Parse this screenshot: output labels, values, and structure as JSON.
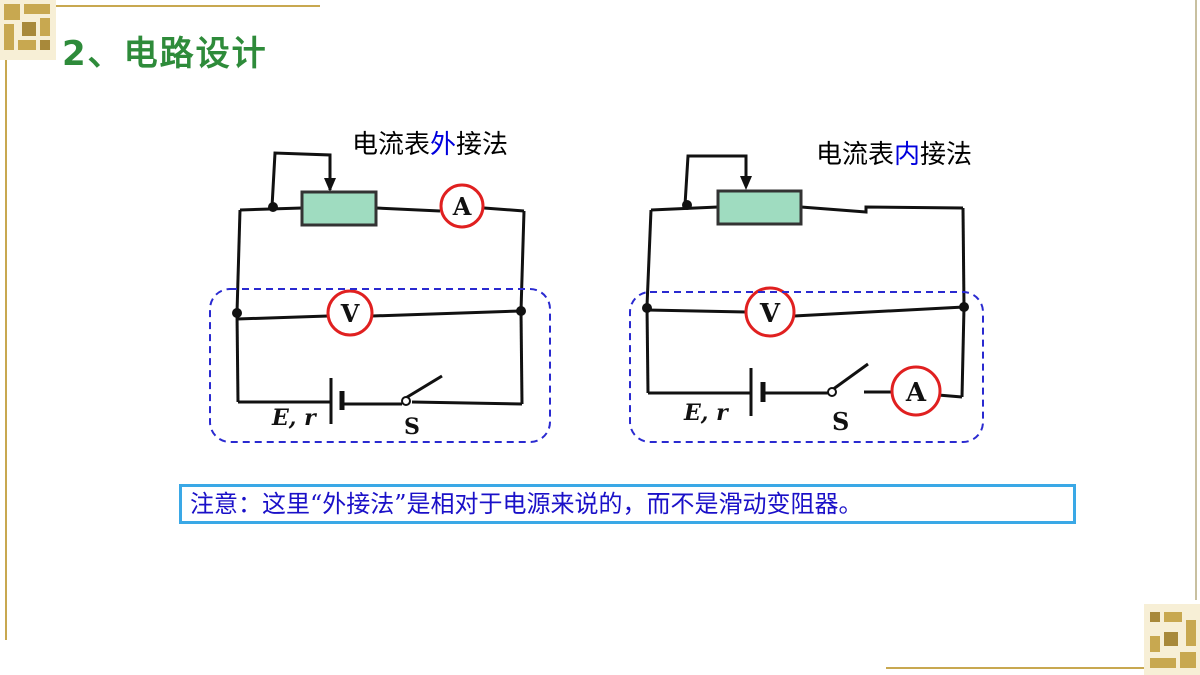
{
  "title": "2、电路设计",
  "left_circuit": {
    "title_prefix": "电流表",
    "title_highlight": "外",
    "title_suffix": "接法",
    "ammeter_label": "A",
    "voltmeter_label": "V",
    "source_label": "E, r",
    "switch_label": "S"
  },
  "right_circuit": {
    "title_prefix": "电流表",
    "title_highlight": "内",
    "title_suffix": "接法",
    "ammeter_label": "A",
    "voltmeter_label": "V",
    "source_label": "E, r",
    "switch_label": "S"
  },
  "note": "注意：这里“外接法”是相对于电源来说的，而不是滑动变阻器。",
  "colors": {
    "title": "#2e8b3a",
    "meter_ring": "#e02020",
    "rheostat_fill": "#9fdcc0",
    "dashed_box": "#2a2ad0",
    "note_text": "#1a10c8",
    "note_border": "#3aa8e6",
    "frame": "#c8a850"
  }
}
